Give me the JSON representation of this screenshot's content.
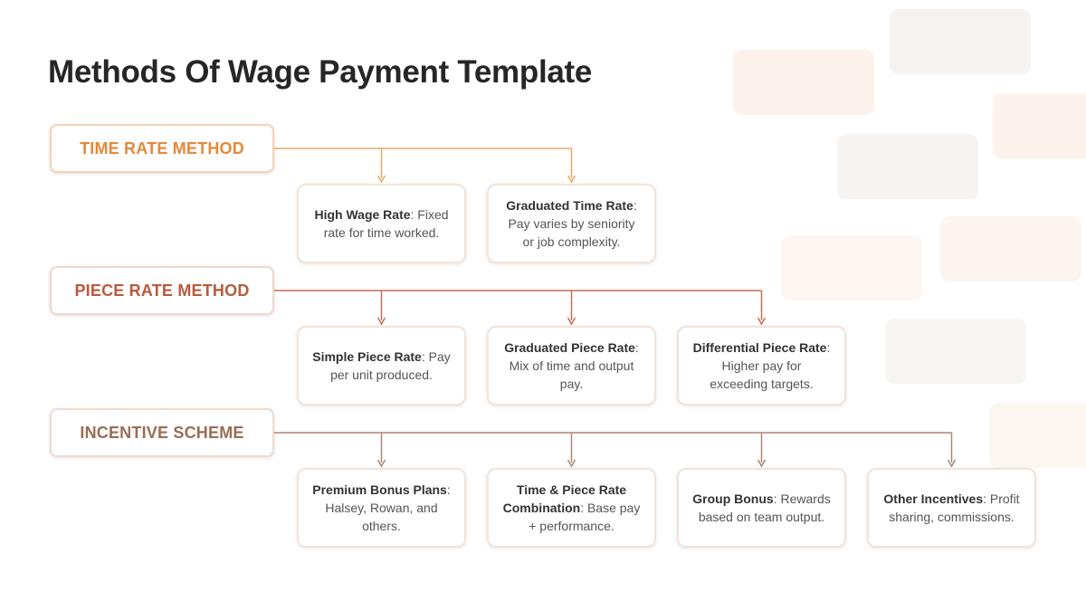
{
  "title": "Methods Of Wage Payment Template",
  "colors": {
    "time": "#e4893a",
    "piece": "#b85a3c",
    "incentive": "#9a6d55",
    "line_time": "#e7a966",
    "line_piece": "#c36e55",
    "line_incentive": "#ad8672"
  },
  "methods": [
    {
      "label": "TIME RATE METHOD",
      "items": [
        {
          "name": "High Wage Rate",
          "sep": ":",
          "desc": " Fixed rate for time worked."
        },
        {
          "name": "Graduated Time Rate",
          "sep": ":",
          "desc": " Pay varies by seniority or job complexity."
        }
      ]
    },
    {
      "label": "PIECE RATE METHOD",
      "items": [
        {
          "name": "Simple Piece Rate",
          "sep": ":",
          "desc": " Pay per unit produced."
        },
        {
          "name": "Graduated Piece Rate",
          "sep": ":",
          "desc": " Mix of time and output pay."
        },
        {
          "name": "Differential Piece Rate",
          "sep": ":",
          "desc": " Higher pay for exceeding targets."
        }
      ]
    },
    {
      "label": "INCENTIVE SCHEME",
      "items": [
        {
          "name": "Premium Bonus Plans",
          "sep": ":",
          "desc": " Halsey, Rowan, and others."
        },
        {
          "name": "Time & Piece Rate Combination",
          "sep": ":",
          "desc": " Base pay + performance."
        },
        {
          "name": "Group Bonus",
          "sep": ":",
          "desc": " Rewards based on team output."
        },
        {
          "name": "Other Incentives",
          "sep": ":",
          "desc": " Profit sharing, commissions."
        }
      ]
    }
  ]
}
